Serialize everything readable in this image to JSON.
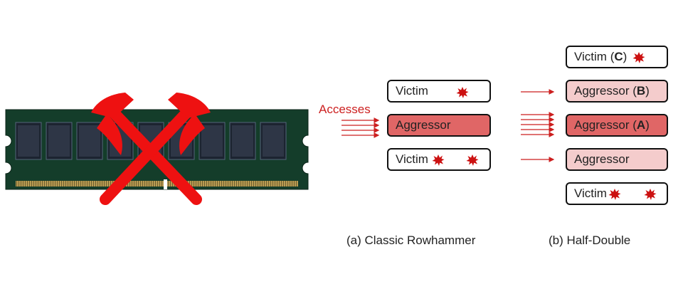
{
  "labels": {
    "accesses": "Accesses",
    "caption_a": "(a) Classic Rowhammer",
    "caption_b": "(b) Half-Double"
  },
  "classic": {
    "victim_top": "Victim",
    "aggressor": "Aggressor",
    "victim_bottom": "Victim"
  },
  "half_double": {
    "victim_c_prefix": "Victim (",
    "victim_c_letter": "C",
    "victim_c_suffix": ")",
    "aggressor_b_prefix": "Aggressor (",
    "aggressor_b_letter": "B",
    "aggressor_b_suffix": ")",
    "aggressor_a_prefix": "Aggressor (",
    "aggressor_a_letter": "A",
    "aggressor_a_suffix": ")",
    "aggressor_lower": "Aggressor",
    "victim_bottom": "Victim"
  },
  "colors": {
    "accent_red": "#cc1f1f",
    "aggressor_strong": "#e06666",
    "aggressor_light": "#f4cccc",
    "pcb_green": "#143d2a",
    "chip": "#2e3646",
    "hammer_red": "#ee1111"
  },
  "icons": {
    "dram_module": "dram-module-icon",
    "hammers": "crossed-hammers-icon",
    "bit_flip": "bit-flip-burst-icon"
  }
}
